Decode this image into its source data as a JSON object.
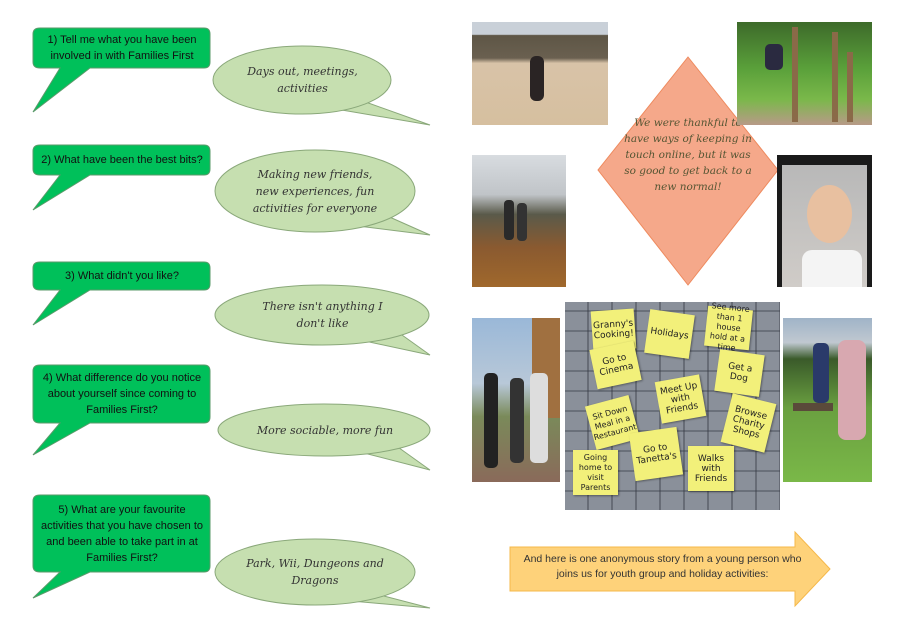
{
  "colors": {
    "question_fill": "#00c05a",
    "answer_fill": "#c6dfb0",
    "diamond_fill": "#f5a88a",
    "arrow_fill": "#fed27a"
  },
  "questions": [
    {
      "question": "1) Tell me what you have been involved in with Families First",
      "answer": "Days out, meetings, activities"
    },
    {
      "question": "2) What have been the best bits?",
      "answer": "Making new friends, new experiences, fun activities for everyone"
    },
    {
      "question": "3) What didn't you like?",
      "answer": "There isn't anything I don't like"
    },
    {
      "question": "4) What difference do you notice about yourself since coming to Families First?",
      "answer": "More sociable, more fun"
    },
    {
      "question": "5) What are your favourite activities that you have chosen to and been able to take part in at Families First?",
      "answer": "Park, Wii, Dungeons and Dragons"
    }
  ],
  "diamond_text": "We were thankful to have ways of keeping in touch online, but it was so good to get back to a new normal!",
  "arrow_text": "And here is one anonymous story from a young person who joins us for youth group and holiday activities:",
  "sticky_notes": [
    "Granny's Cooking!",
    "Holidays",
    "See more than 1 house hold at a time",
    "Go to Cinema",
    "Get a Dog",
    "Meet Up with Friends",
    "Sit Down Meal in a Restaurant",
    "Browse Charity Shops",
    "Go to Tanetta's",
    "Walks with Friends",
    "Going home to visit Parents"
  ]
}
